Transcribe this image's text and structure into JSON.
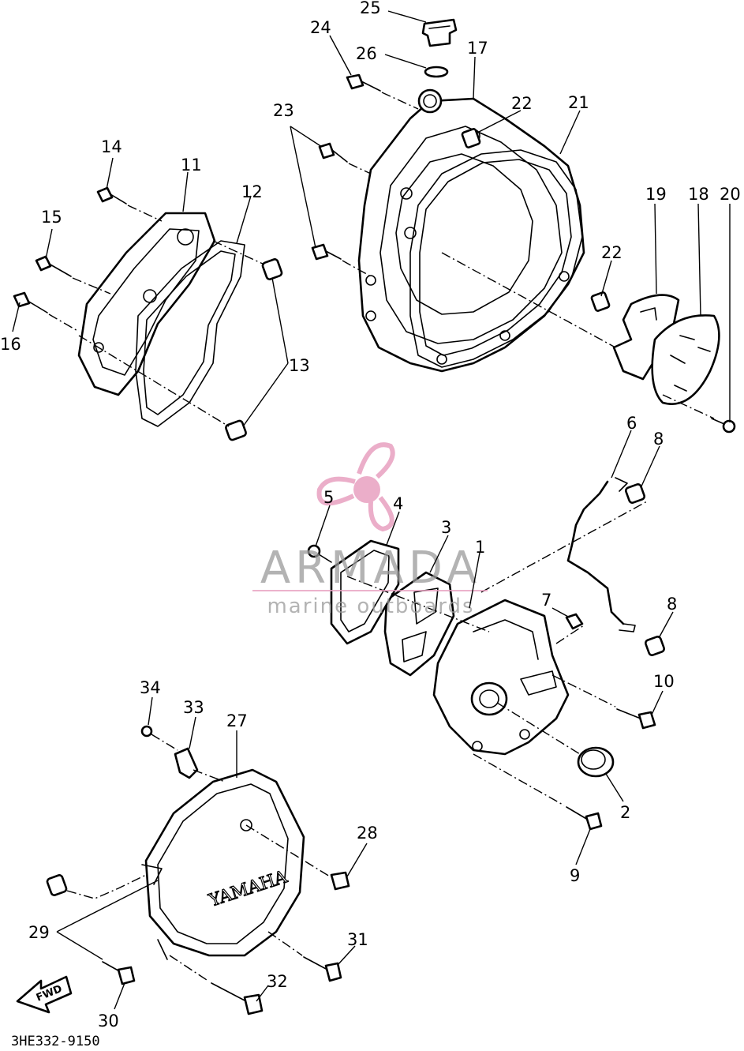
{
  "diagram": {
    "reference_code": "3HE332-9150",
    "fwd_label": "FWD",
    "cover_brand": "YAMAHA",
    "watermark": {
      "brand": "ARMADA",
      "tagline": "marine outboards",
      "color": "#e8a0c0"
    },
    "callouts": [
      "1",
      "2",
      "3",
      "4",
      "5",
      "6",
      "7",
      "8",
      "8",
      "9",
      "10",
      "11",
      "12",
      "13",
      "14",
      "15",
      "16",
      "17",
      "18",
      "19",
      "20",
      "21",
      "22",
      "22",
      "23",
      "24",
      "25",
      "26",
      "27",
      "28",
      "29",
      "30",
      "31",
      "32",
      "33",
      "34"
    ]
  }
}
